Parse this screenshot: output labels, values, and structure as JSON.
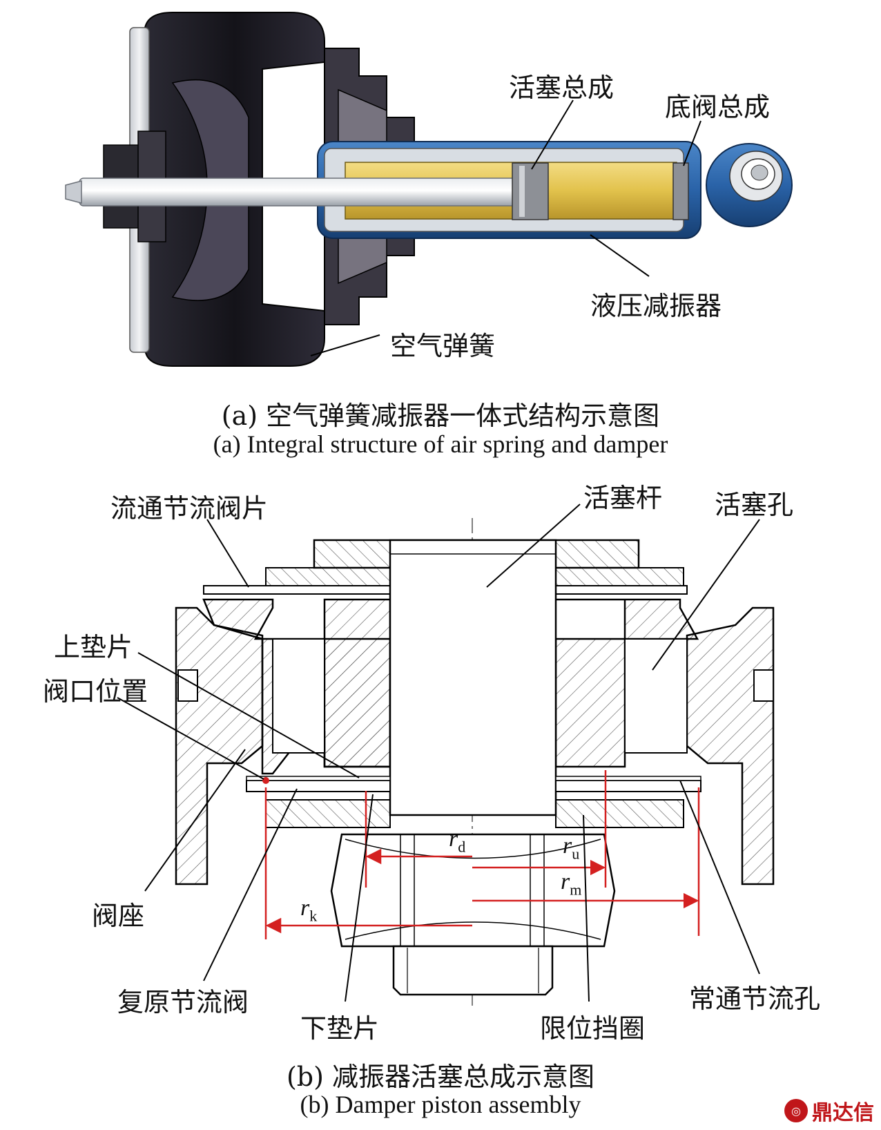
{
  "figure_a": {
    "labels": {
      "piston_assembly": "活塞总成",
      "base_valve_assembly": "底阀总成",
      "hydraulic_damper": "液压减振器",
      "air_spring": "空气弹簧"
    },
    "caption_zh": "(a) 空气弹簧减振器一体式结构示意图",
    "caption_en": "(a) Integral structure of air spring and damper"
  },
  "figure_b": {
    "labels": {
      "flow_throttle_disc": "流通节流阀片",
      "piston_rod": "活塞杆",
      "piston_hole": "活塞孔",
      "upper_shim": "上垫片",
      "valve_port_position": "阀口位置",
      "valve_seat": "阀座",
      "rebound_throttle_valve": "复原节流阀",
      "lower_shim": "下垫片",
      "limit_ring": "限位挡圈",
      "constant_throttle_hole": "常通节流孔"
    },
    "dimensions": {
      "rd": {
        "sym": "r",
        "sub": "d"
      },
      "ru": {
        "sym": "r",
        "sub": "u"
      },
      "rm": {
        "sym": "r",
        "sub": "m"
      },
      "rk": {
        "sym": "r",
        "sub": "k"
      }
    },
    "caption_zh": "(b) 减振器活塞总成示意图",
    "caption_en": "(b) Damper piston assembly"
  },
  "watermark": {
    "text": "鼎达信",
    "icon": "logo-icon"
  },
  "colors": {
    "dimension": "#d42020",
    "spring_dark": "#1b1a22",
    "tube_blue": "#2a63a8",
    "oil_yellow": "#e2c24c"
  }
}
